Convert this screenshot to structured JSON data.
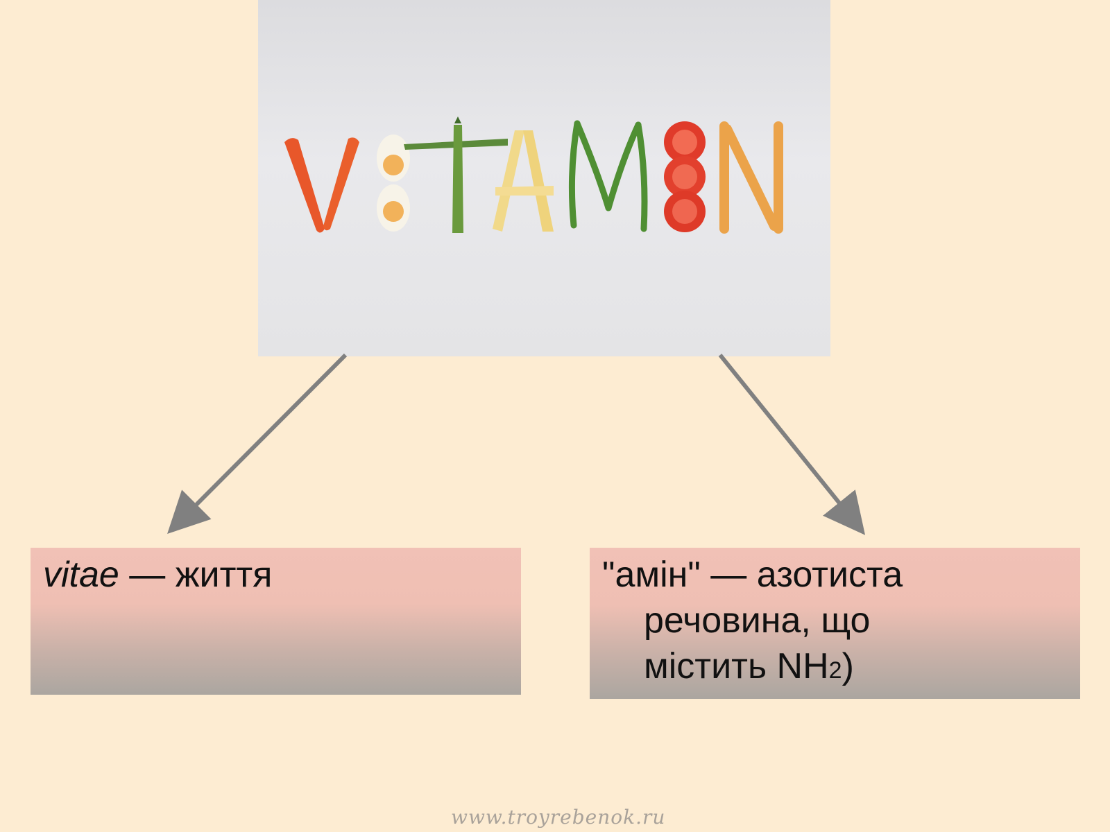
{
  "image": {
    "subject": "vitamin-word-spelled-with-vegetables",
    "letters": [
      "V",
      "I",
      "T",
      "A",
      "M",
      "I",
      "N"
    ]
  },
  "left_box": {
    "latin_word": "vitae",
    "dash": "—",
    "translation": "життя"
  },
  "right_box": {
    "line1": "\"амін\" — азотиста",
    "line2": "речовина, що",
    "line3_prefix": "містить NH",
    "line3_sub": "2",
    "line3_suffix": ")"
  },
  "watermark": "www.troyrebenok.ru",
  "colors": {
    "background": "#fdecd2",
    "arrow": "#808080",
    "box_top": "#f1c1b6",
    "box_bottom": "#aba6a0"
  }
}
